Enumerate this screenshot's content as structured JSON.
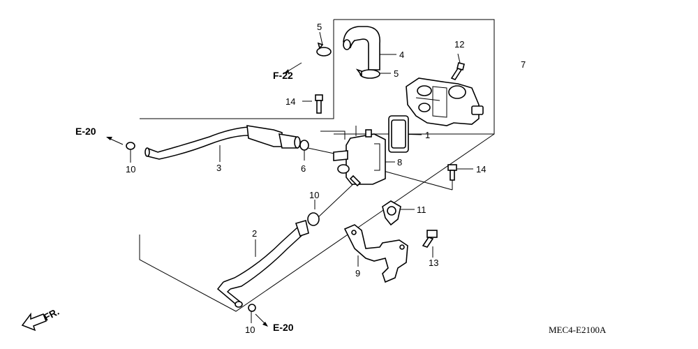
{
  "diagram": {
    "callouts": {
      "p1": "1",
      "p2": "2",
      "p3": "3",
      "p4": "4",
      "p5a": "5",
      "p5b": "5",
      "p6": "6",
      "p7": "7",
      "p8": "8",
      "p9": "9",
      "p10a": "10",
      "p10b": "10",
      "p10c": "10",
      "p11": "11",
      "p12": "12",
      "p13": "13",
      "p14a": "14",
      "p14b": "14"
    },
    "references": {
      "f22": "F-22",
      "e20_top": "E-20",
      "e20_bottom": "E-20"
    },
    "direction_label": "FR.",
    "diagram_code": "MEC4-E2100A"
  }
}
